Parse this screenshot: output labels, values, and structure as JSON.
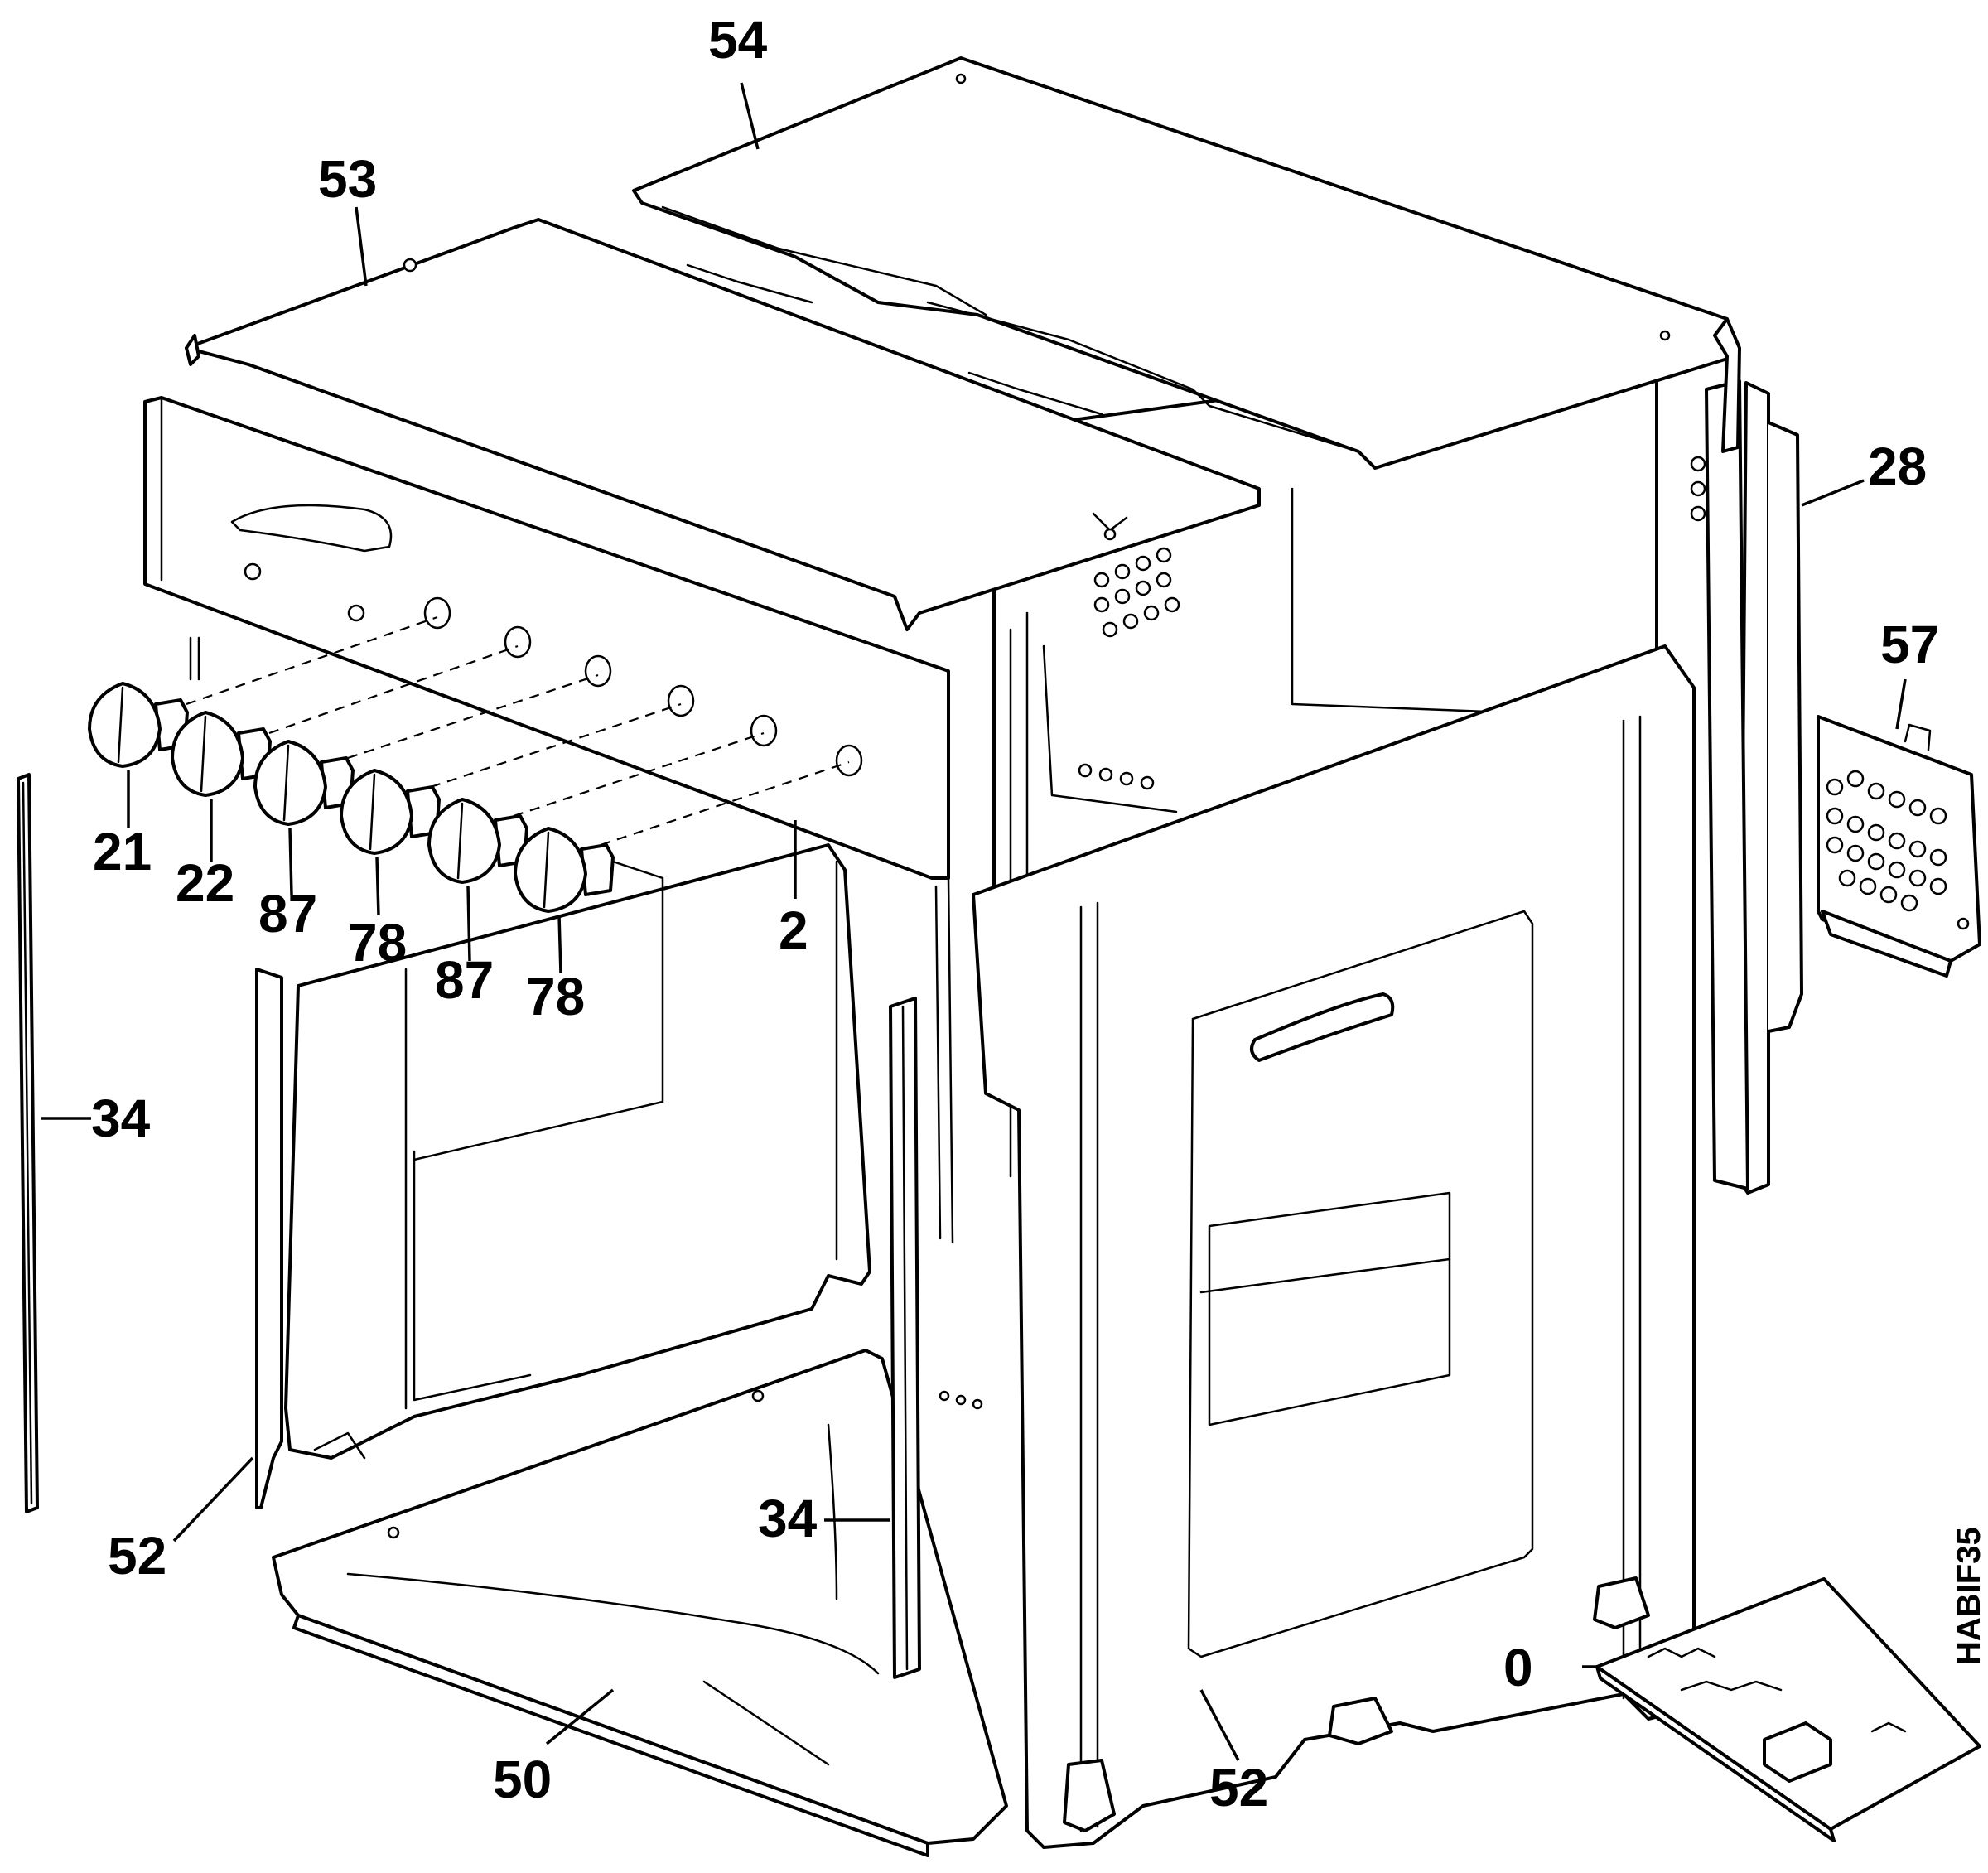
{
  "diagram": {
    "drawing_code": "HABIF35",
    "callouts": [
      {
        "id": "top-cover",
        "label": "54"
      },
      {
        "id": "front-top-cover",
        "label": "53"
      },
      {
        "id": "back-panel",
        "label": "28"
      },
      {
        "id": "rear-bracket",
        "label": "57"
      },
      {
        "id": "knob-1",
        "label": "21"
      },
      {
        "id": "knob-2",
        "label": "22"
      },
      {
        "id": "knob-3",
        "label": "87"
      },
      {
        "id": "knob-4",
        "label": "78"
      },
      {
        "id": "knob-5",
        "label": "87"
      },
      {
        "id": "knob-6",
        "label": "78"
      },
      {
        "id": "control-panel",
        "label": "2"
      },
      {
        "id": "seal-left",
        "label": "34"
      },
      {
        "id": "seal-center",
        "label": "34"
      },
      {
        "id": "side-panel-left",
        "label": "52"
      },
      {
        "id": "side-panel-right",
        "label": "52"
      },
      {
        "id": "bottom-panel",
        "label": "50"
      },
      {
        "id": "manual",
        "label": "0"
      }
    ]
  }
}
